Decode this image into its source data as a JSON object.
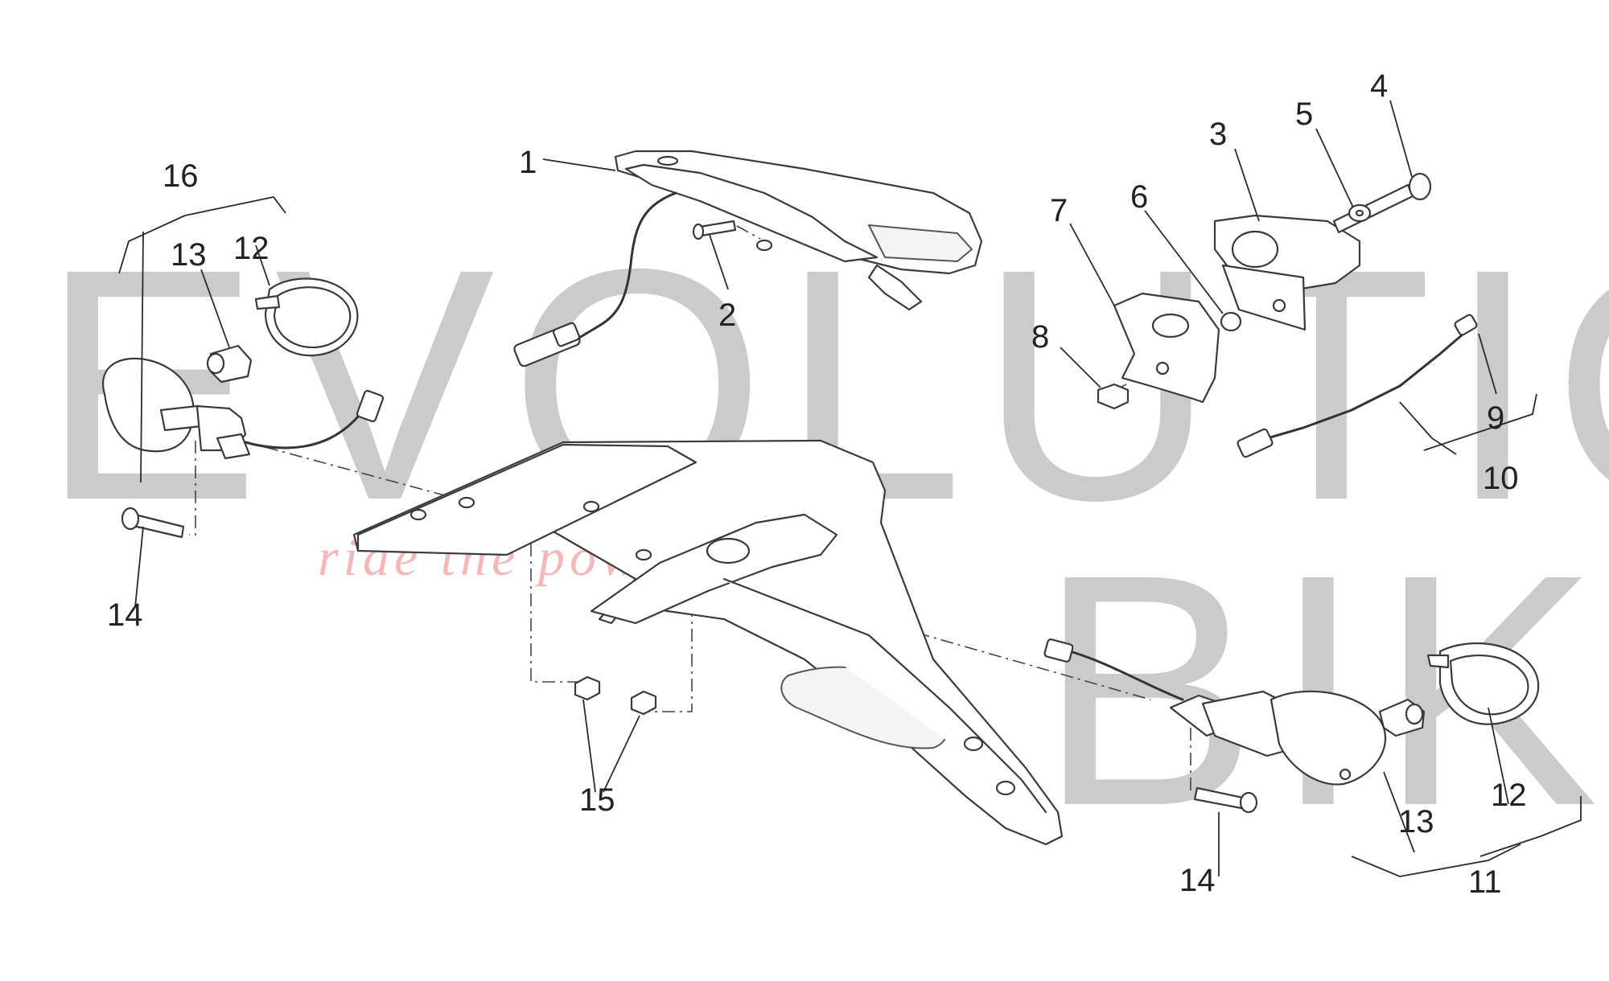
{
  "watermark": {
    "word1": "EVOLUTION",
    "word2": "BIKE",
    "tagline": "ride the power",
    "color": "#bdbdbd",
    "tagline_color": "#f0a0a0"
  },
  "callouts": {
    "c1": "1",
    "c2": "2",
    "c3": "3",
    "c4": "4",
    "c5": "5",
    "c6": "6",
    "c7": "7",
    "c8": "8",
    "c9": "9",
    "c10": "10",
    "c11": "11",
    "c12_left": "12",
    "c12_right": "12",
    "c13_left": "13",
    "c13_right": "13",
    "c14_left": "14",
    "c14_right": "14",
    "c15": "15",
    "c16": "16"
  }
}
